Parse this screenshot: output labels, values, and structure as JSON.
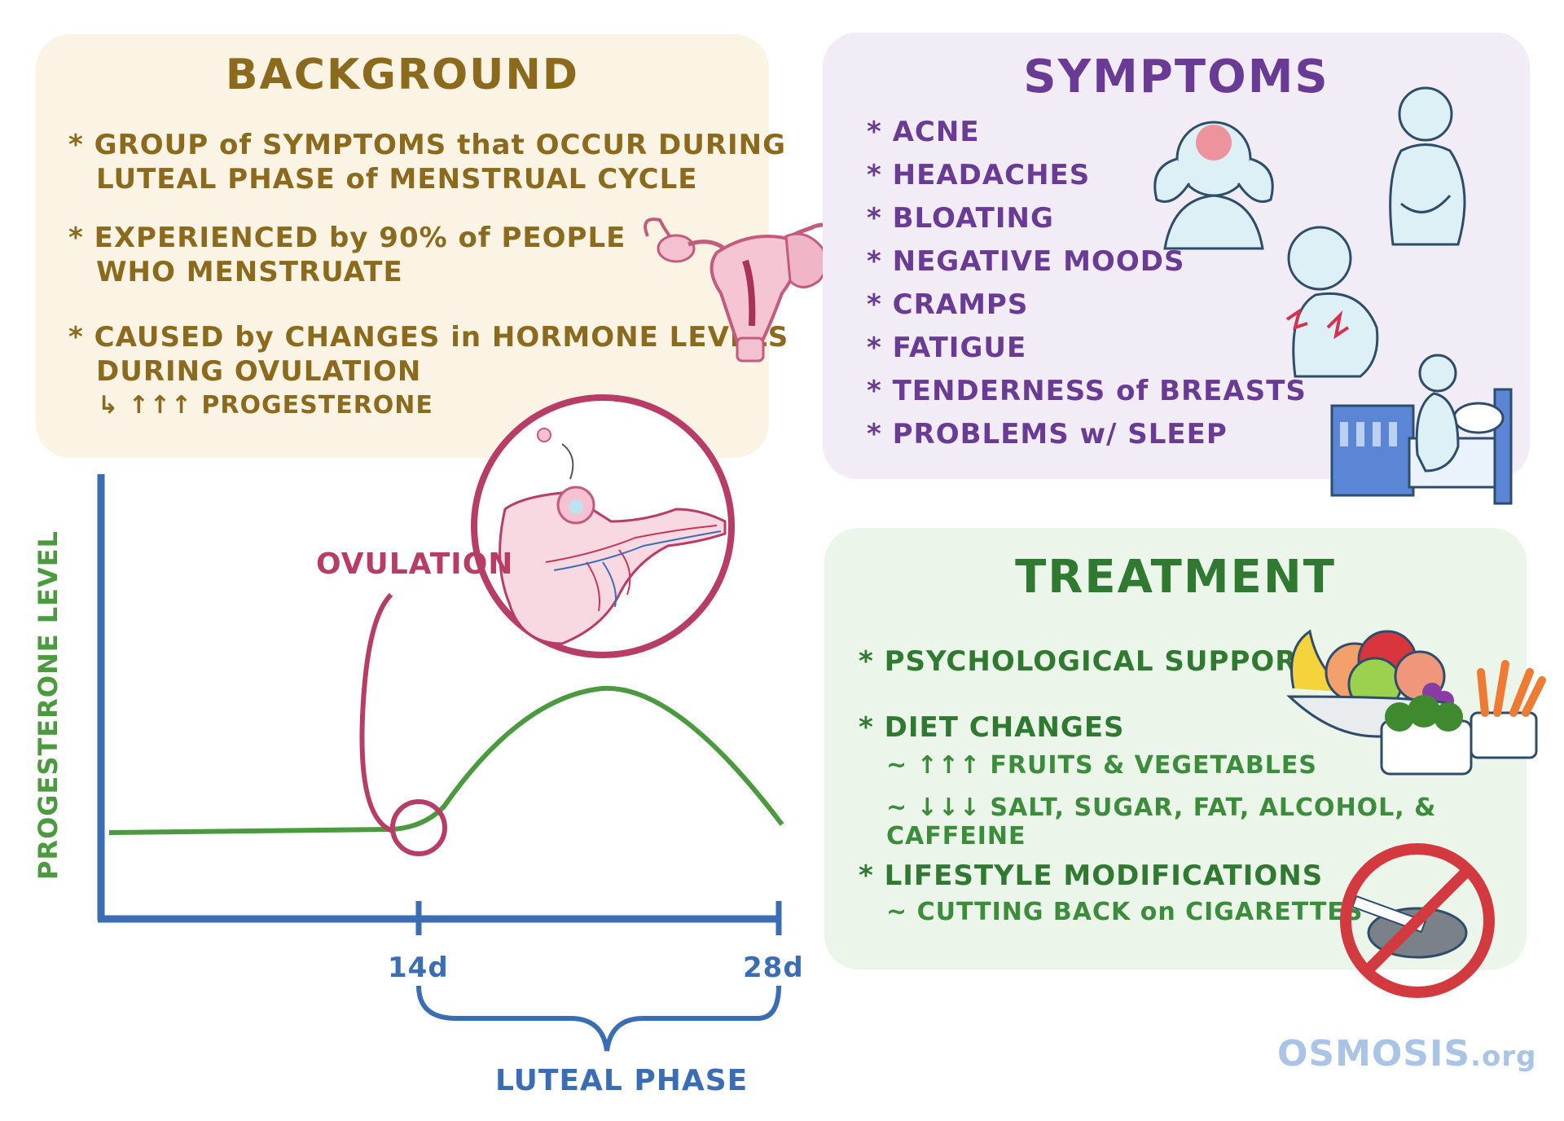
{
  "background": {
    "title": "BACKGROUND",
    "items": [
      {
        "line1": "* GROUP of SYMPTOMS that OCCUR DURING",
        "line2": "LUTEAL PHASE of MENSTRUAL CYCLE"
      },
      {
        "line1": "* EXPERIENCED by 90% of PEOPLE",
        "line2": "WHO MENSTRUATE"
      },
      {
        "line1": "* CAUSED by CHANGES in HORMONE LEVELS",
        "line2": "DURING OVULATION",
        "sub": "↳ ↑↑↑ PROGESTERONE"
      }
    ]
  },
  "symptoms": {
    "title": "SYMPTOMS",
    "items": [
      "* ACNE",
      "* HEADACHES",
      "* BLOATING",
      "* NEGATIVE MOODS",
      "* CRAMPS",
      "* FATIGUE",
      "* TENDERNESS of BREASTS",
      "* PROBLEMS w/ SLEEP"
    ]
  },
  "treatment": {
    "title": "TREATMENT",
    "items": [
      {
        "label": "* PSYCHOLOGICAL SUPPORT"
      },
      {
        "label": "* DIET CHANGES",
        "subs": [
          "~ ↑↑↑ FRUITS & VEGETABLES",
          "~ ↓↓↓ SALT, SUGAR, FAT, ALCOHOL, & CAFFEINE"
        ]
      },
      {
        "label": "* LIFESTYLE MODIFICATIONS",
        "subs": [
          "~ CUTTING BACK on CIGARETTES"
        ]
      }
    ]
  },
  "graph": {
    "ylabel": "PROGESTERONE LEVEL",
    "ovulation_label": "OVULATION",
    "ticks": [
      "14d",
      "28d"
    ],
    "phase_label": "LUTEAL PHASE"
  },
  "logo": {
    "text": "OSMOSIS",
    "suffix": ".org"
  },
  "colors": {
    "brown": "#8b6a1d",
    "purple": "#6a3b94",
    "green": "#3b8c3b",
    "blue": "#3a6db3",
    "red": "#b73c66"
  }
}
